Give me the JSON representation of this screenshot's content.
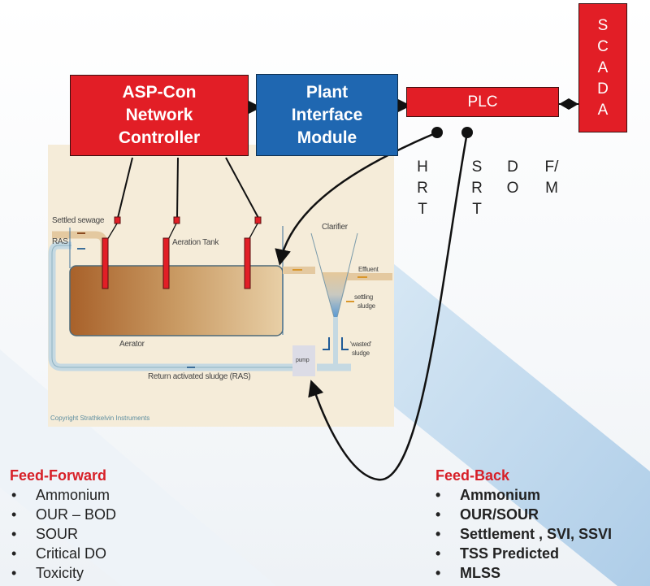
{
  "diagram": {
    "blocks": {
      "controller": {
        "lines": [
          "ASP-Con",
          "Network",
          "Controller"
        ],
        "color": "#e21e26"
      },
      "interface": {
        "lines": [
          "Plant",
          "Interface",
          "Module"
        ],
        "color": "#1f67b1"
      },
      "plc": {
        "label": "PLC",
        "color": "#e21e26"
      },
      "scada": {
        "letters": [
          "S",
          "C",
          "A",
          "D",
          "A"
        ],
        "color": "#e21e26"
      }
    },
    "plc_outputs": [
      {
        "letters": [
          "H",
          "R",
          "T"
        ]
      },
      {
        "letters": [
          "S",
          "R",
          "T"
        ]
      },
      {
        "letters": [
          "D",
          "O"
        ]
      },
      {
        "letters": [
          "F/",
          "M"
        ]
      }
    ],
    "process": {
      "labels": {
        "settled_sewage": "Settled sewage",
        "ras": "RAS",
        "aeration_tank": "Aeration Tank",
        "clarifier": "Clarifier",
        "effluent": "Effluent",
        "settling_sludge_1": "settling",
        "settling_sludge_2": "sludge",
        "wasted_1": "'wasted'",
        "wasted_2": "sludge",
        "aerator": "Aerator",
        "pump": "pump",
        "return_sludge": "Return activated sludge (RAS)",
        "copyright": "Copyright Strathkelvin Instruments"
      }
    },
    "feed_forward": {
      "title": "Feed-Forward",
      "items": [
        "Ammonium",
        "OUR – BOD",
        "SOUR",
        "Critical DO",
        "Toxicity"
      ]
    },
    "feed_back": {
      "title": "Feed-Back",
      "items": [
        "Ammonium",
        "OUR/SOUR",
        "Settlement , SVI, SSVI",
        "TSS Predicted",
        "MLSS"
      ]
    },
    "bullet": "•",
    "colors": {
      "title_red": "#d71f27",
      "stripe_blue": "#bcd8ee",
      "panel_bg": "#f5ecd9",
      "sludge_brown": "#a8652a"
    }
  }
}
